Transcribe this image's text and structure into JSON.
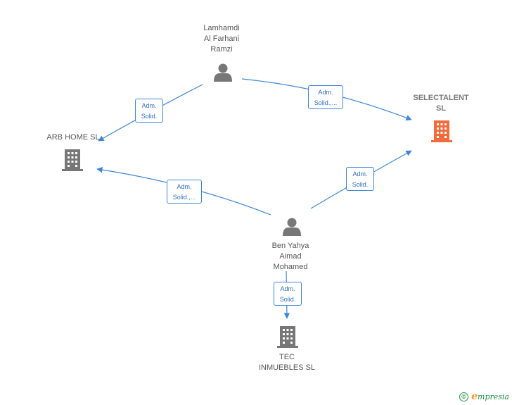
{
  "nodes": {
    "lamhamdi": {
      "lines": [
        "Lamhamdi",
        "Al Farhani",
        "Ramzi"
      ],
      "kind": "person"
    },
    "ben_yahya": {
      "lines": [
        "Ben Yahya",
        "Aimad",
        "Mohamed"
      ],
      "kind": "person"
    },
    "selectalent": {
      "lines": [
        "SELECTALENT",
        "SL"
      ],
      "kind": "company",
      "focus": true
    },
    "arb_home": {
      "lines": [
        "ARB HOME  SL"
      ],
      "kind": "company"
    },
    "tec_inmuebles": {
      "lines": [
        "TEC",
        "INMUEBLES  SL"
      ],
      "kind": "company"
    }
  },
  "edges": [
    {
      "id": "lamhamdi-arb",
      "lines": [
        "Adm.",
        "Solid."
      ]
    },
    {
      "id": "lamhamdi-selectalent",
      "lines": [
        "Adm.",
        "Solid.,..."
      ]
    },
    {
      "id": "benyahya-arb",
      "lines": [
        "Adm.",
        "Solid.,..."
      ]
    },
    {
      "id": "benyahya-selectalent",
      "lines": [
        "Adm.",
        "Solid."
      ]
    },
    {
      "id": "benyahya-tec",
      "lines": [
        "Adm.",
        "Solid."
      ]
    }
  ],
  "colors": {
    "edge": "#3f86d6",
    "person": "#777777",
    "company": "#777777",
    "focus_company": "#f26b3a"
  },
  "icons": {
    "person": "person-icon",
    "company": "building-icon"
  },
  "footer": {
    "copyright_symbol": "©",
    "brand_initial": "e",
    "brand_rest": "mpresia"
  }
}
